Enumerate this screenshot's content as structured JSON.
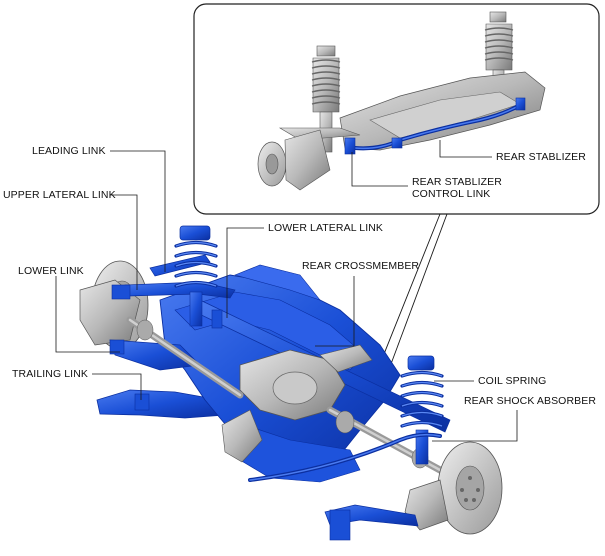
{
  "labels": {
    "leading_link": "LEADING LINK",
    "upper_lateral_link": "UPPER LATERAL LINK",
    "lower_link": "LOWER LINK",
    "trailing_link": "TRAILING LINK",
    "lower_lateral_link": "LOWER LATERAL LINK",
    "rear_crossmember": "REAR CROSSMEMBER",
    "coil_spring": "COIL SPRING",
    "rear_shock_absorber": "REAR SHOCK ABSORBER",
    "rear_stablizer": "REAR STABLIZER",
    "rear_stablizer_control_link_1": "REAR STABLIZER",
    "rear_stablizer_control_link_2": "CONTROL LINK"
  },
  "colors": {
    "component_blue": "#1a4fd6",
    "component_blue_dark": "#0b2fa0",
    "metal_gray": "#b9b9b9",
    "metal_gray_dark": "#7a7a7a",
    "line": "#1a1a1a"
  }
}
